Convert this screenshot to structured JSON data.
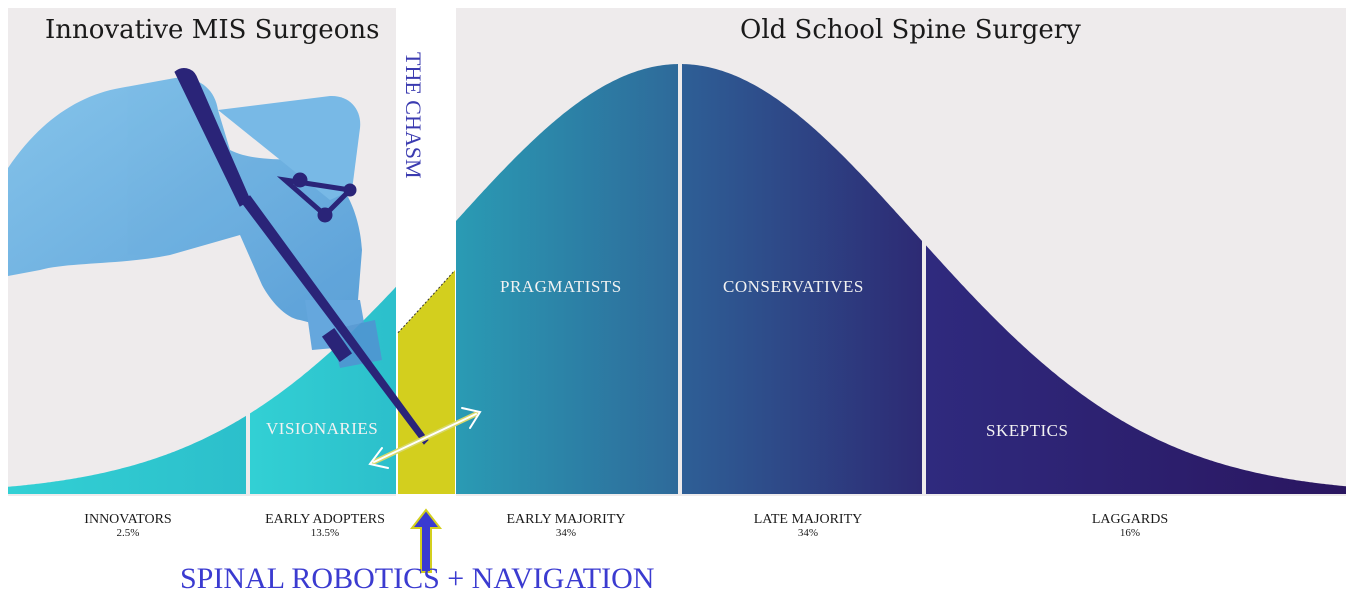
{
  "headers": {
    "left": "Innovative MIS Surgeons",
    "right": "Old School Spine Surgery"
  },
  "chasm_label": "THE CHASM",
  "segment_labels": {
    "visionaries": "VISIONARIES",
    "pragmatists": "PRAGMATISTS",
    "conservatives": "CONSERVATIVES",
    "skeptics": "SKEPTICS"
  },
  "categories": [
    {
      "name": "INNOVATORS",
      "percent": "2.5%"
    },
    {
      "name": "EARLY ADOPTERS",
      "percent": "13.5%"
    },
    {
      "name": "EARLY MAJORITY",
      "percent": "34%"
    },
    {
      "name": "LATE MAJORITY",
      "percent": "34%"
    },
    {
      "name": "LAGGARDS",
      "percent": "16%"
    }
  ],
  "callout": "SPINAL ROBOTICS + NAVIGATION",
  "colors": {
    "panel": "#eeebec",
    "teal": "#2ec7cf",
    "chasm_bar": "#d3cf1e",
    "early_majority_start": "#2a9bb4",
    "early_majority_end": "#2e6a9a",
    "late_majority_start": "#2e5f96",
    "late_majority_end": "#2d2a74",
    "laggards_start": "#2f2a7e",
    "laggards_end": "#2a1660",
    "arrow": "#3a3ad0",
    "robot": "#6aaee0",
    "instrument": "#2a2478"
  }
}
